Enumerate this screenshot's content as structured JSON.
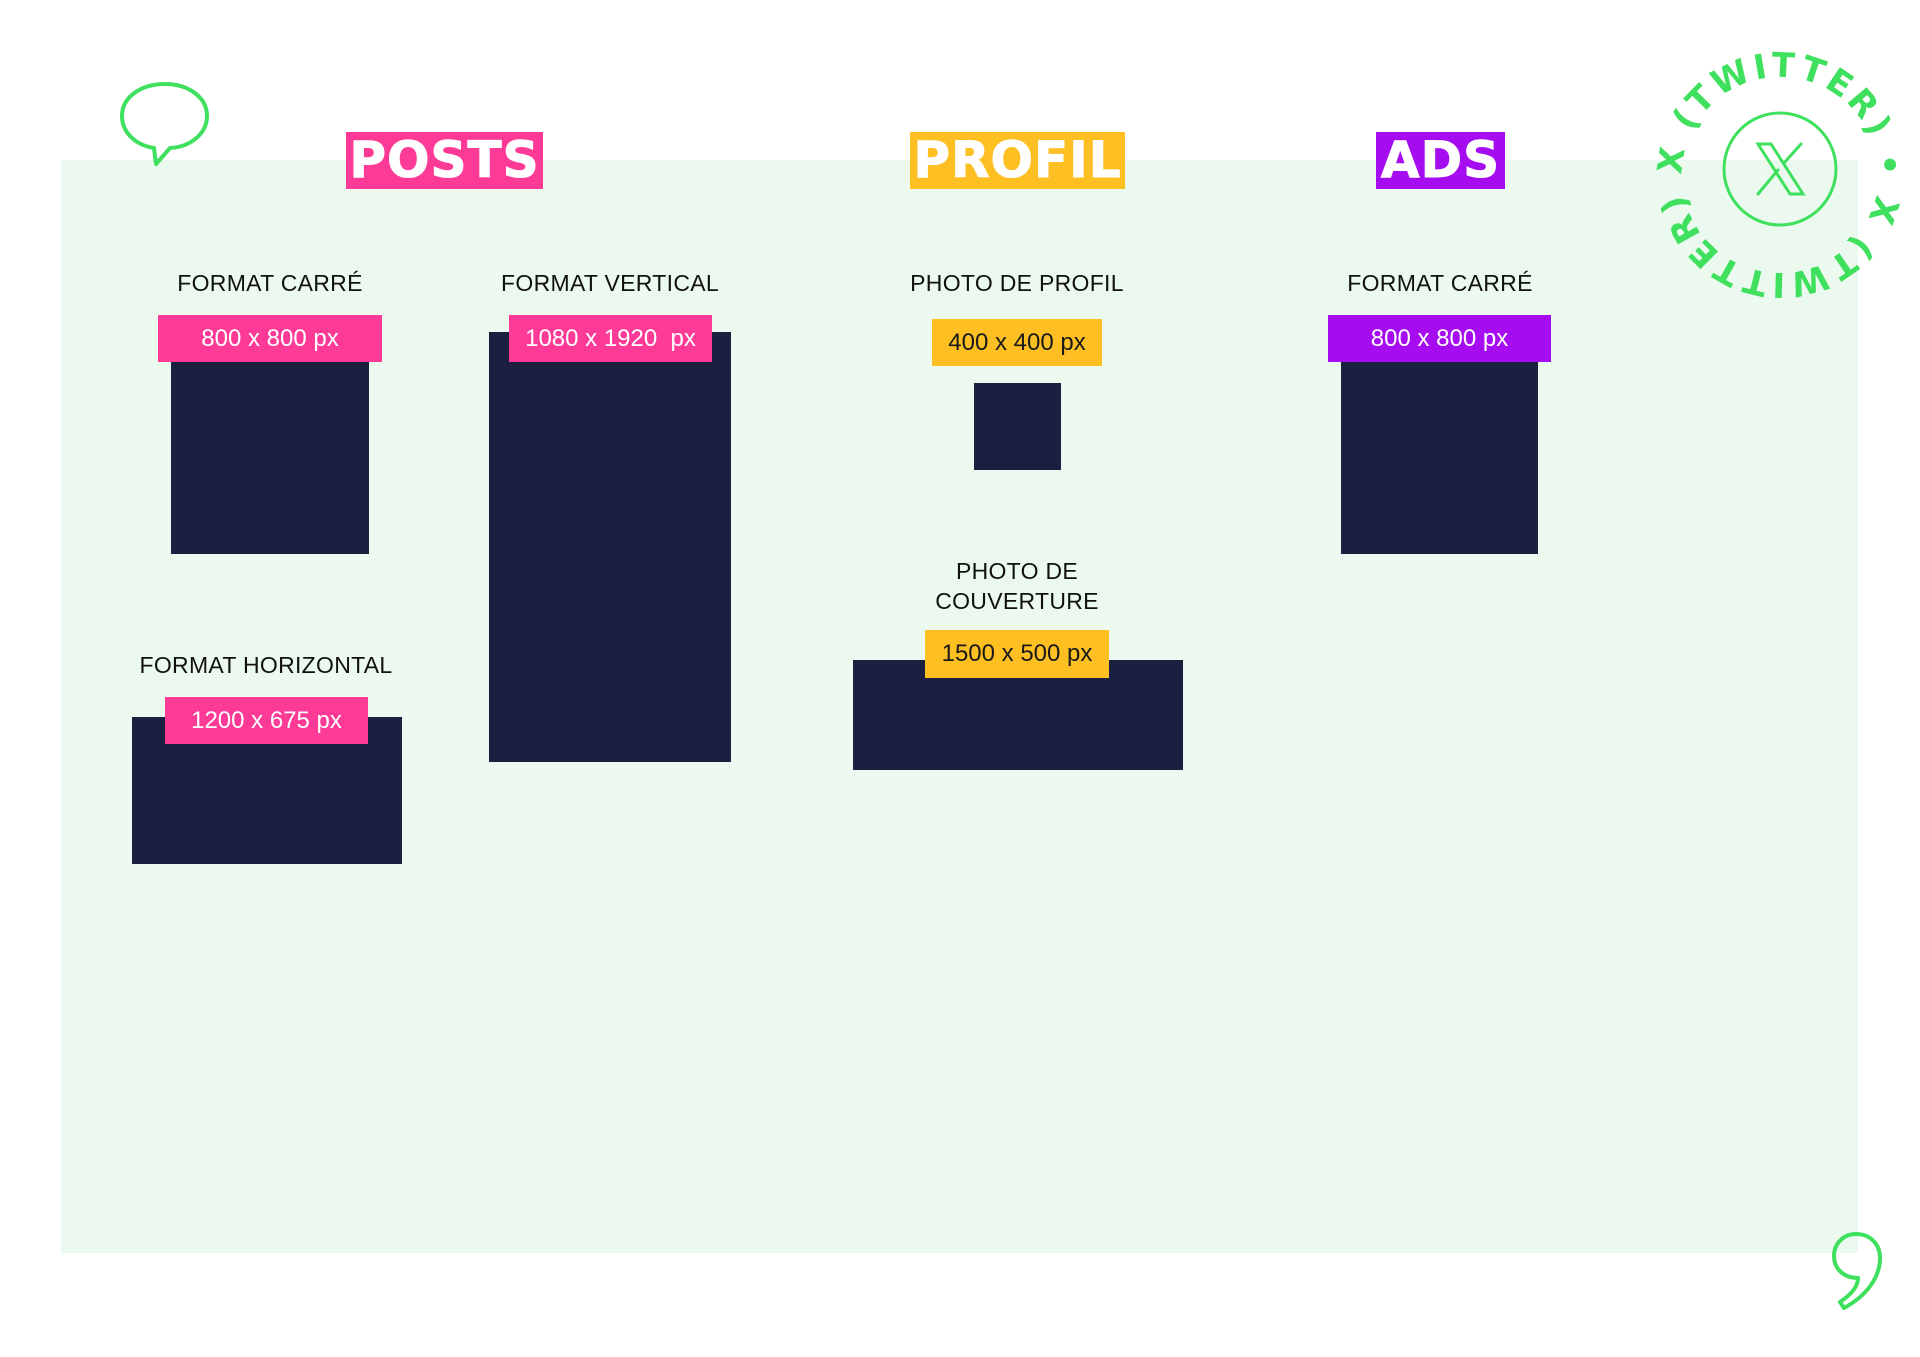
{
  "sections": {
    "posts": {
      "title": "POSTS",
      "color": "#fd3b97"
    },
    "profil": {
      "title": "PROFIL",
      "color": "#fdbf21"
    },
    "ads": {
      "title": "ADS",
      "color": "#a50cf0"
    }
  },
  "formats": {
    "posts_square": {
      "label": "FORMAT CARRÉ",
      "size": "800 x 800 px"
    },
    "posts_vertical": {
      "label": "FORMAT VERTICAL",
      "size": "1080 x 1920  px"
    },
    "posts_horizontal": {
      "label": "FORMAT HORIZONTAL",
      "size": "1200 x 675 px"
    },
    "profile_photo": {
      "label": "PHOTO DE PROFIL",
      "size": "400 x 400 px"
    },
    "cover_photo": {
      "label_line1": "PHOTO DE",
      "label_line2": "COUVERTURE",
      "size": "1500 x 500 px"
    },
    "ads_square": {
      "label": "FORMAT CARRÉ",
      "size": "800 x 800 px"
    }
  },
  "badge": {
    "text": "X (TWITTER) • X (TWITTER) • ",
    "logo": "x-logo"
  },
  "icons": [
    "speech-bubble-icon",
    "quote-comma-icon"
  ],
  "colors": {
    "panel": "#ebf9ee",
    "block": "#1b2040",
    "accent_green": "#3ee05d"
  }
}
